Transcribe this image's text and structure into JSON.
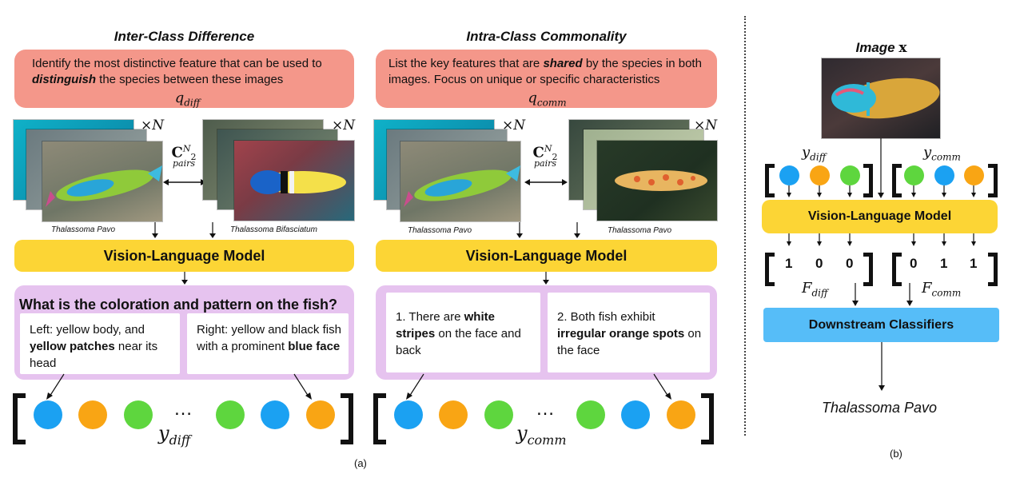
{
  "panel_a": {
    "left": {
      "title": "Inter-Class Difference",
      "prompt_pre": "Identify the most distinctive feature that can be used to ",
      "prompt_bold": "distinguish",
      "prompt_post": " the species between these images",
      "prompt_var": "q",
      "prompt_var_sub": "diff",
      "times_n": "×N",
      "times_n2": "×N",
      "pairs_C": "C",
      "pairs_sup": "N",
      "pairs_sub": "2",
      "pairs_label": "pairs",
      "caption_1": "Thalassoma Pavo",
      "caption_2": "Thalassoma Bifasciatum",
      "vlm": "Vision-Language Model",
      "question": "What is the coloration and pattern on the fish?",
      "answer_left_pre": "Left: yellow body, and ",
      "answer_left_bold": "yellow patches",
      "answer_left_post": " near its head",
      "answer_right_pre": "Right: yellow and black fish with a prominent ",
      "answer_right_bold": "blue face",
      "ellipsis": "…",
      "y_var": "y",
      "y_sub": "diff"
    },
    "right": {
      "title": "Intra-Class Commonality",
      "prompt_pre": "List the key features that are ",
      "prompt_bold": "shared",
      "prompt_post": " by the species in both images. Focus on unique or specific characteristics",
      "prompt_var": "q",
      "prompt_var_sub": "comm",
      "times_n": "×N",
      "times_n2": "×N",
      "pairs_C": "C",
      "pairs_sup": "N",
      "pairs_sub": "2",
      "pairs_label": "pairs",
      "caption_1": "Thalassoma Pavo",
      "caption_2": "Thalassoma Pavo",
      "vlm": "Vision-Language Model",
      "answer_left_pre": "1. There are ",
      "answer_left_bold": "white stripes",
      "answer_left_post": " on the face and back",
      "answer_right_pre": "2. Both fish exhibit ",
      "answer_right_bold": "irregular orange spots",
      "answer_right_post": " on the face",
      "ellipsis": "…",
      "y_var": "y",
      "y_sub": "comm"
    },
    "label": "(a)"
  },
  "panel_b": {
    "image_label": "Image ",
    "image_var": "x",
    "y_diff_var": "y",
    "y_diff_sub": "diff",
    "y_comm_var": "y",
    "y_comm_sub": "comm",
    "vlm": "Vision-Language Model",
    "f_diff_values": [
      "1",
      "0",
      "0"
    ],
    "f_comm_values": [
      "0",
      "1",
      "1"
    ],
    "f_diff_var": "F",
    "f_diff_sub": "diff",
    "f_comm_var": "F",
    "f_comm_sub": "comm",
    "classifier": "Downstream Classifiers",
    "output": "Thalassoma Pavo",
    "label": "(b)"
  },
  "colors": {
    "prompt": "#f4978a",
    "vlm": "#fcd535",
    "answer_panel": "#e6c3ef",
    "classifier": "#56bdf8",
    "dot_blue": "#1ba1f2",
    "dot_orange": "#f9a514",
    "dot_green": "#5ed63e"
  }
}
